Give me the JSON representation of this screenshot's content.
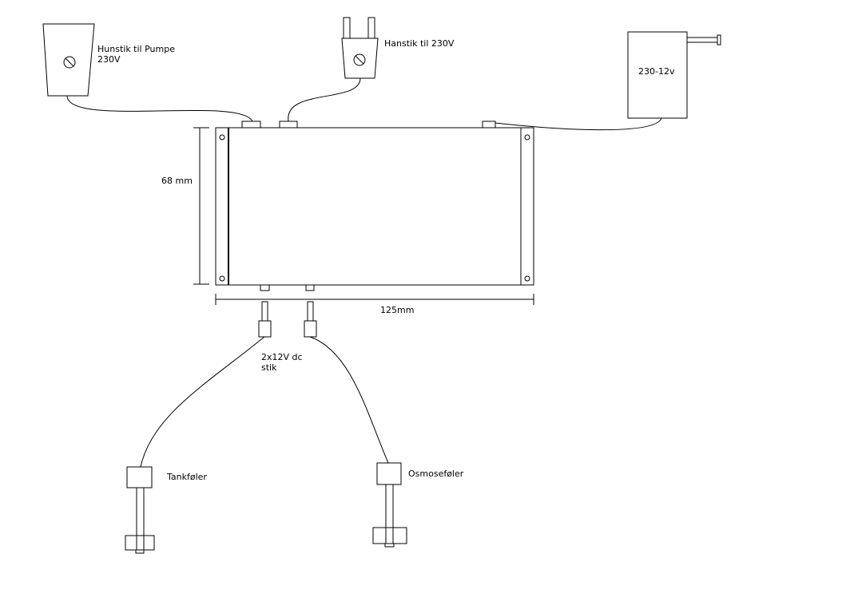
{
  "labels": {
    "female_plug_line1": "Hunstik til Pumpe",
    "female_plug_line2": "230V",
    "male_plug": "Hanstik til 230V",
    "adapter": "230-12v",
    "height_dim": "68 mm",
    "width_dim": "125mm",
    "dc_plugs_line1": "2x12V dc",
    "dc_plugs_line2": "stik",
    "tank_sensor": "Tankføler",
    "osmosis_sensor": "Osmoseføler"
  }
}
